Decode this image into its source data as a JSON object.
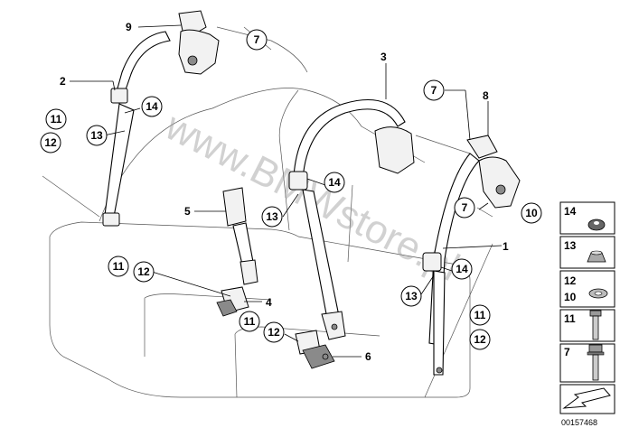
{
  "watermark": "www.BMWstore.pl",
  "callouts": [
    "1",
    "2",
    "3",
    "4",
    "5",
    "6",
    "7",
    "8",
    "9",
    "10",
    "11",
    "12",
    "13",
    "14"
  ],
  "legend": {
    "items": [
      {
        "label": "14",
        "part": "cap"
      },
      {
        "label": "13",
        "part": "bushing"
      },
      {
        "label": "12\n10",
        "part": "washer"
      },
      {
        "label": "11",
        "part": "bolt"
      },
      {
        "label": "7",
        "part": "collar-bolt"
      }
    ]
  },
  "diagram_code": "00157468"
}
